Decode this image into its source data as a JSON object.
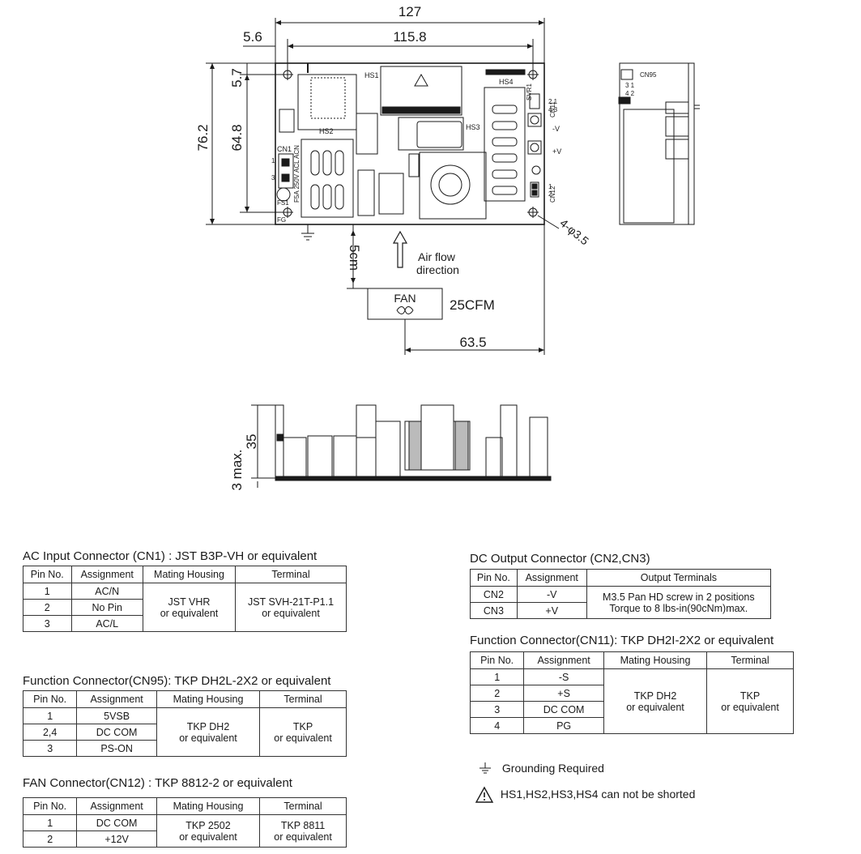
{
  "drawing": {
    "dims": {
      "overall_width": "127",
      "hole_span": "115.8",
      "hole_offset_x": "5.6",
      "hole_offset_y": "5.7",
      "overall_height": "76.2",
      "hole_span_y": "64.8",
      "fan_distance": "5cm",
      "fan_offset": "63.5",
      "mount_holes": "4-φ3.5",
      "height": "35",
      "standoff": "3 max."
    },
    "labels": {
      "hs1": "HS1",
      "hs2": "HS2",
      "hs3": "HS3",
      "hs4": "HS4",
      "svr1": "SVR1",
      "cn1": "CN1",
      "cn11": "CN11",
      "cn12": "CN12",
      "cn95": "CN95",
      "fs1": "FS1",
      "fs1_rating": "F5A 250V",
      "fg": "FG",
      "acl": "ACL",
      "acn": "ACN",
      "pin1": "1",
      "pin3": "3",
      "cn11_pins_top": "2 1",
      "cn11_pins_bot": "4 3",
      "cn12_pin1": "1",
      "cn12_pin2": "2",
      "cn95_pins_top": "3 1",
      "cn95_pins_bot": "4 2",
      "minus_v": "-V",
      "plus_v": "+V",
      "airflow_line1": "Air flow",
      "airflow_line2": "direction",
      "fan": "FAN",
      "fan_cfm": "25CFM"
    }
  },
  "tables": {
    "cn1": {
      "title": "AC Input Connector (CN1) : JST B3P-VH or equivalent",
      "headers": [
        "Pin No.",
        "Assignment",
        "Mating Housing",
        "Terminal"
      ],
      "rows": [
        [
          "1",
          "AC/N"
        ],
        [
          "2",
          "No Pin"
        ],
        [
          "3",
          "AC/L"
        ]
      ],
      "housing": [
        "JST VHR",
        "or equivalent"
      ],
      "terminal": [
        "JST SVH-21T-P1.1",
        "or equivalent"
      ]
    },
    "cn95": {
      "title": "Function Connector(CN95): TKP DH2L-2X2 or equivalent",
      "headers": [
        "Pin No.",
        "Assignment",
        "Mating Housing",
        "Terminal"
      ],
      "rows": [
        [
          "1",
          "5VSB"
        ],
        [
          "2,4",
          "DC COM"
        ],
        [
          "3",
          "PS-ON"
        ]
      ],
      "housing": [
        "TKP DH2",
        "or equivalent"
      ],
      "terminal": [
        "TKP",
        "or equivalent"
      ]
    },
    "cn12": {
      "title": "FAN Connector(CN12) : TKP 8812-2 or equivalent",
      "headers": [
        "Pin No.",
        "Assignment",
        "Mating Housing",
        "Terminal"
      ],
      "rows": [
        [
          "1",
          "DC COM"
        ],
        [
          "2",
          "+12V"
        ]
      ],
      "housing": [
        "TKP 2502",
        "or equivalent"
      ],
      "terminal": [
        "TKP 8811",
        "or equivalent"
      ]
    },
    "cn2cn3": {
      "title": "DC Output Connector (CN2,CN3)",
      "headers": [
        "Pin No.",
        "Assignment",
        "Output Terminals"
      ],
      "rows": [
        [
          "CN2",
          "-V"
        ],
        [
          "CN3",
          "+V"
        ]
      ],
      "terminals": [
        "M3.5 Pan HD screw in 2 positions",
        "Torque to 8 lbs-in(90cNm)max."
      ]
    },
    "cn11": {
      "title": "Function Connector(CN11): TKP DH2I-2X2 or equivalent",
      "headers": [
        "Pin No.",
        "Assignment",
        "Mating Housing",
        "Terminal"
      ],
      "rows": [
        [
          "1",
          "-S"
        ],
        [
          "2",
          "+S"
        ],
        [
          "3",
          "DC COM"
        ],
        [
          "4",
          "PG"
        ]
      ],
      "housing": [
        "TKP DH2",
        "or equivalent"
      ],
      "terminal": [
        "TKP",
        "or equivalent"
      ]
    }
  },
  "notes": {
    "grounding": "Grounding Required",
    "warning": "HS1,HS2,HS3,HS4 can not be shorted"
  }
}
